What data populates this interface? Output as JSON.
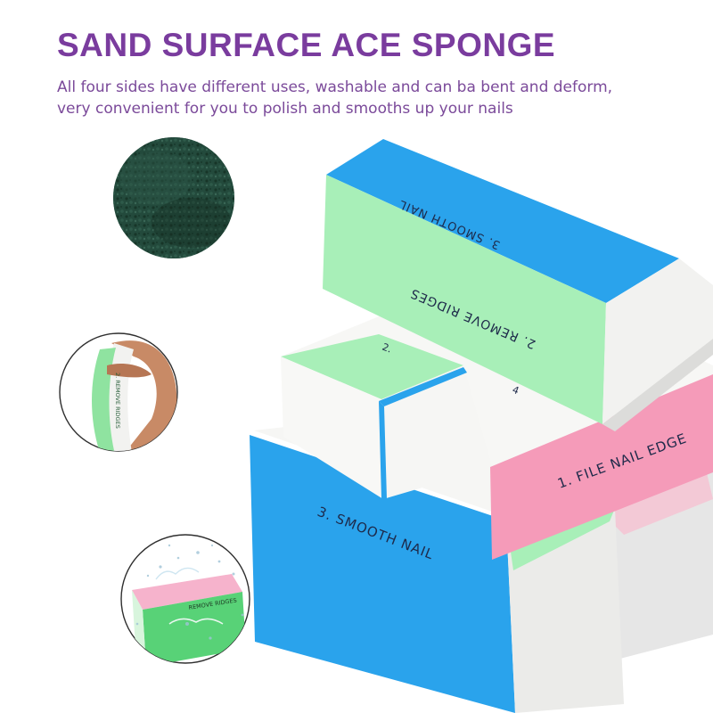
{
  "header": {
    "title": "SAND SURFACE ACE SPONGE",
    "subtitle_lines": [
      "All four sides have different uses, washable and can ba bent and deform,",
      "very convenient for you to polish and smooths up your nails"
    ]
  },
  "circles": {
    "texture": {},
    "bending": {
      "label": "2. REMOVE RIDGES"
    },
    "washing": {
      "label": "REMOVE RIDGES"
    }
  },
  "blocks": {
    "top": {
      "label_a": "3. SMOOTH NAIL",
      "label_b": "2. REMOVE RIDGES"
    },
    "middle": {
      "label_a": "1. FILE NAIL EDGE",
      "label_small_a": "2.",
      "label_small_b": "4"
    },
    "bottom": {
      "label_a": "3. SMOOTH NAIL"
    }
  },
  "colors": {
    "title_purple": "#7a3c9e",
    "blue": "#2aa3ec",
    "mint": "#a8efb8",
    "pink": "#f59bb9",
    "foam_white": "#f4f4f2",
    "texture_green": "#234a3c"
  }
}
